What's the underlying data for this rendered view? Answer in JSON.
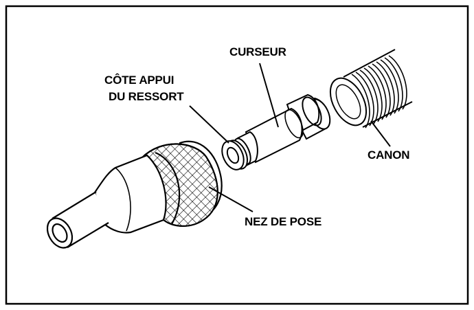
{
  "diagram": {
    "labels": {
      "curseur": "CURSEUR",
      "cote_appui_line1": "CÔTE APPUI",
      "cote_appui_line2": "DU RESSORT",
      "canon": "CANON",
      "nez_de_pose": "NEZ DE POSE"
    },
    "colors": {
      "stroke": "#000000",
      "fill": "#ffffff",
      "background": "#ffffff"
    },
    "parts": [
      "nez-de-pose",
      "cote-appui-du-ressort",
      "curseur",
      "canon"
    ]
  }
}
